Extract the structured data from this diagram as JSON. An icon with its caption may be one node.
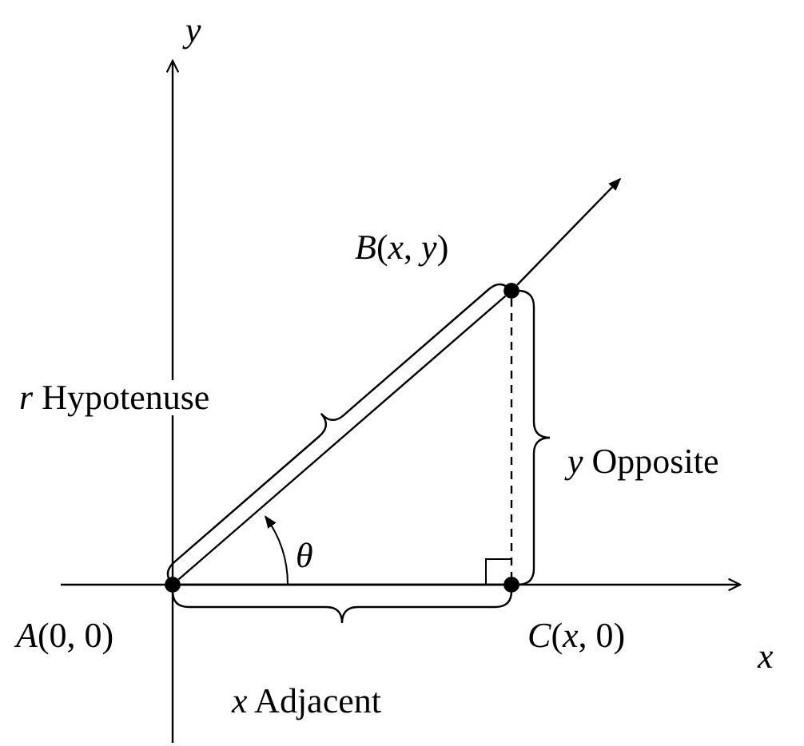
{
  "diagram": {
    "nodes": [
      {
        "text": [],
        "shape": "circle",
        "beside": [
          "*A*(0, 0)"
        ]
      },
      {
        "text": [],
        "shape": "circle",
        "beside": [
          "*B*(*x*, *y*)"
        ]
      },
      {
        "text": [],
        "shape": "circle",
        "beside": [
          "*C*(*x*, 0)"
        ]
      }
    ],
    "edges": [
      {
        "from": 0,
        "to": 1,
        "arrow": "none"
      },
      {
        "from": 1,
        "to": null,
        "arrow": "to"
      },
      {
        "from": 1,
        "to": 2,
        "arrow": "none",
        "style": "dashed"
      },
      {
        "from": 2,
        "to": 0,
        "arrow": "none"
      }
    ],
    "labels": [
      "y",
      "*r* Hypotenuse",
      "*y* Opposite",
      "θ",
      "x",
      "*x* Adjacent"
    ]
  }
}
